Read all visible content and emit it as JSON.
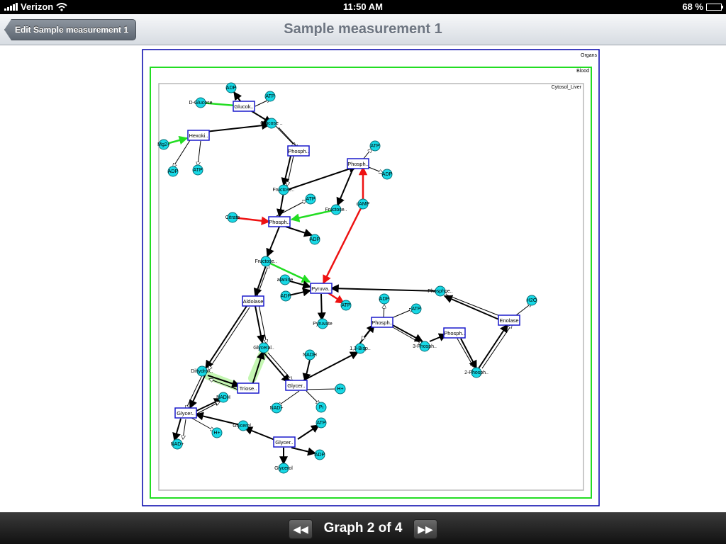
{
  "status_bar": {
    "carrier": "Verizon",
    "time": "11:50 AM",
    "battery": "68 %",
    "battery_level": 0.68
  },
  "nav": {
    "title": "Sample measurement 1",
    "back_label": "Edit Sample measurement 1"
  },
  "graph": {
    "compartments": [
      "Organs",
      "Blood",
      "Cytosol_Liver"
    ],
    "colors": {
      "organs_border": "#0000aa",
      "blood_border": "#22dd22",
      "cytosol_border": "#b0b0b0",
      "node_fill": "#17d9e6",
      "reaction_border": "#1a1acc",
      "activation": "#22dd22",
      "inhibition": "#ee1111",
      "edge": "#000000"
    },
    "species": [
      "ADP",
      "ATP",
      "D-Glucose",
      "Glucose ..",
      "Mg2+",
      "ADP",
      "ATP",
      "ATP",
      "ADP",
      "Fructose..",
      "ATP",
      "Fructose..",
      "cAMP",
      "Citrate",
      "ADP",
      "Fructose..",
      "alanine",
      "ADP",
      "ATP",
      "Pyruvate",
      "ADP",
      "ATP",
      "Phosphoe..",
      "H2O",
      "Glyceral..",
      "NADH",
      "1,3-Bisp..",
      "3-Phosph..",
      "2-Phosph..",
      "Dihydrox..",
      "NADH",
      "H+",
      "NAD+",
      "Pi",
      "NAD+",
      "H+",
      "Glycerol..",
      "ATP",
      "ADP",
      "Glycerol"
    ],
    "reactions": [
      "Glucok..",
      "Hexoki..",
      "Phosph..",
      "Phosph..",
      "Phosph..",
      "Pyruva..",
      "Aldolase",
      "Phosph..",
      "Phosph..",
      "Enolase",
      "Triose..",
      "Glycer..",
      "Glycer..",
      "Glycer.."
    ]
  },
  "pager": {
    "label": "Graph 2 of 4",
    "prev_icon": "skip-back-icon",
    "next_icon": "skip-forward-icon"
  }
}
